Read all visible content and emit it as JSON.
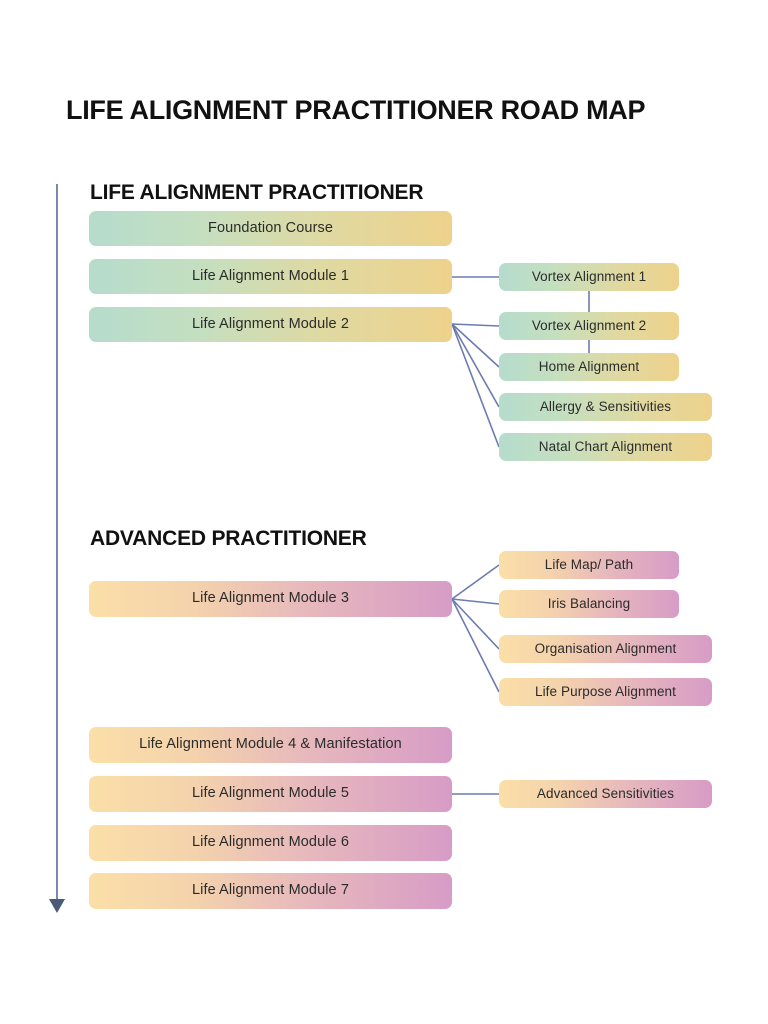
{
  "page": {
    "title": "LIFE ALIGNMENT PRACTITIONER ROAD MAP",
    "background": "#ffffff",
    "connector_color": "#6c7bb0",
    "timeline_arrow_color": "#7b8aab"
  },
  "palette": {
    "teal_gradient_start": "#b6dccd",
    "teal_gradient_end": "#eed28c",
    "pink_gradient_start": "#fbdfa8",
    "pink_gradient_end": "#d79cc6",
    "text": "#2b2b2b",
    "heading": "#111111"
  },
  "sections": [
    {
      "heading": "LIFE ALIGNMENT PRACTITIONER",
      "main_nodes": [
        {
          "label": "Foundation Course"
        },
        {
          "label": "Life Alignment Module 1"
        },
        {
          "label": "Life Alignment Module 2"
        }
      ],
      "branch_nodes": [
        {
          "label": "Vortex Alignment 1"
        },
        {
          "label": "Vortex Alignment 2"
        },
        {
          "label": "Home Alignment"
        },
        {
          "label": "Allergy & Sensitivities"
        },
        {
          "label": "Natal Chart Alignment"
        }
      ]
    },
    {
      "heading": "ADVANCED PRACTITIONER",
      "main_nodes": [
        {
          "label": "Life Alignment Module 3"
        },
        {
          "label": "Life Alignment Module 4 & Manifestation"
        },
        {
          "label": "Life Alignment Module 5"
        },
        {
          "label": "Life Alignment Module 6"
        },
        {
          "label": "Life Alignment Module 7"
        }
      ],
      "branch_nodes": [
        {
          "label": "Life Map/ Path"
        },
        {
          "label": "Iris Balancing"
        },
        {
          "label": "Organisation Alignment"
        },
        {
          "label": "Life Purpose Alignment"
        },
        {
          "label": "Advanced Sensitivities"
        }
      ]
    }
  ],
  "chart_data": {
    "type": "diagram",
    "title": "LIFE ALIGNMENT PRACTITIONER ROAD MAP",
    "nodes": [
      {
        "id": "foundation",
        "label": "Foundation Course",
        "tier": "practitioner",
        "column": "main"
      },
      {
        "id": "m1",
        "label": "Life Alignment Module 1",
        "tier": "practitioner",
        "column": "main"
      },
      {
        "id": "m2",
        "label": "Life Alignment Module 2",
        "tier": "practitioner",
        "column": "main"
      },
      {
        "id": "vortex1",
        "label": "Vortex Alignment 1",
        "tier": "practitioner",
        "column": "branch"
      },
      {
        "id": "vortex2",
        "label": "Vortex Alignment 2",
        "tier": "practitioner",
        "column": "branch"
      },
      {
        "id": "home",
        "label": "Home Alignment",
        "tier": "practitioner",
        "column": "branch"
      },
      {
        "id": "allergy",
        "label": "Allergy & Sensitivities",
        "tier": "practitioner",
        "column": "branch"
      },
      {
        "id": "natal",
        "label": "Natal Chart Alignment",
        "tier": "practitioner",
        "column": "branch"
      },
      {
        "id": "m3",
        "label": "Life Alignment Module 3",
        "tier": "advanced",
        "column": "main"
      },
      {
        "id": "lifemap",
        "label": "Life Map/ Path",
        "tier": "advanced",
        "column": "branch"
      },
      {
        "id": "iris",
        "label": "Iris Balancing",
        "tier": "advanced",
        "column": "branch"
      },
      {
        "id": "organisation",
        "label": "Organisation Alignment",
        "tier": "advanced",
        "column": "branch"
      },
      {
        "id": "purpose",
        "label": "Life Purpose Alignment",
        "tier": "advanced",
        "column": "branch"
      },
      {
        "id": "m4",
        "label": "Life Alignment Module 4 & Manifestation",
        "tier": "advanced",
        "column": "main"
      },
      {
        "id": "m5",
        "label": "Life Alignment Module 5",
        "tier": "advanced",
        "column": "main"
      },
      {
        "id": "advsens",
        "label": "Advanced Sensitivities",
        "tier": "advanced",
        "column": "branch"
      },
      {
        "id": "m6",
        "label": "Life Alignment Module 6",
        "tier": "advanced",
        "column": "main"
      },
      {
        "id": "m7",
        "label": "Life Alignment Module 7",
        "tier": "advanced",
        "column": "main"
      }
    ],
    "edges": [
      {
        "from": "m1",
        "to": "vortex1"
      },
      {
        "from": "vortex1",
        "to": "vortex2"
      },
      {
        "from": "vortex2",
        "to": "home"
      },
      {
        "from": "m2",
        "to": "vortex2"
      },
      {
        "from": "m2",
        "to": "home"
      },
      {
        "from": "m2",
        "to": "allergy"
      },
      {
        "from": "m2",
        "to": "natal"
      },
      {
        "from": "m3",
        "to": "lifemap"
      },
      {
        "from": "m3",
        "to": "iris"
      },
      {
        "from": "m3",
        "to": "organisation"
      },
      {
        "from": "m3",
        "to": "purpose"
      },
      {
        "from": "m5",
        "to": "advsens"
      }
    ]
  }
}
